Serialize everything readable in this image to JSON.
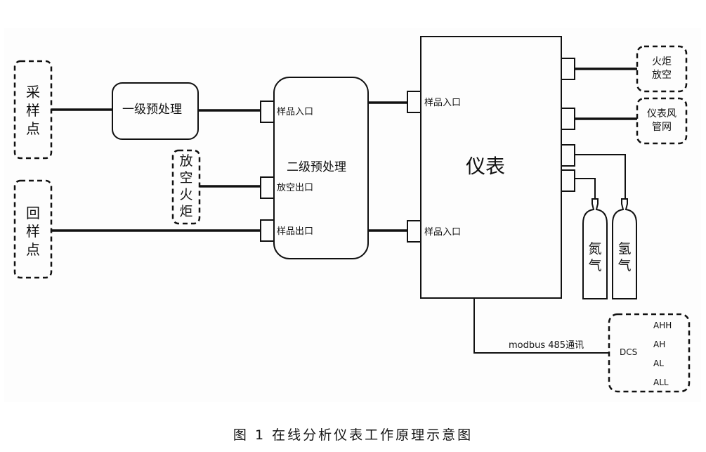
{
  "sample_point": "采样点",
  "return_sample_point": "回样点",
  "primary_pretreatment": "一级预处理",
  "secondary_pretreatment": "二级预处理",
  "vent_flare_left": "放空火炬",
  "sample_inlet": "样品入口",
  "vent_outlet": "放空出口",
  "sample_outlet": "样品出口",
  "analyzer": "仪表",
  "flare_vent": "火炬放空",
  "instrument_air": "仪表风管网",
  "nitrogen": "氮气",
  "hydrogen": "氢气",
  "modbus": "modbus 485通讯",
  "dcs": "DCS",
  "alarms": [
    "AHH",
    "AH",
    "AL",
    "ALL"
  ],
  "caption": "图 1  在线分析仪表工作原理示意图"
}
